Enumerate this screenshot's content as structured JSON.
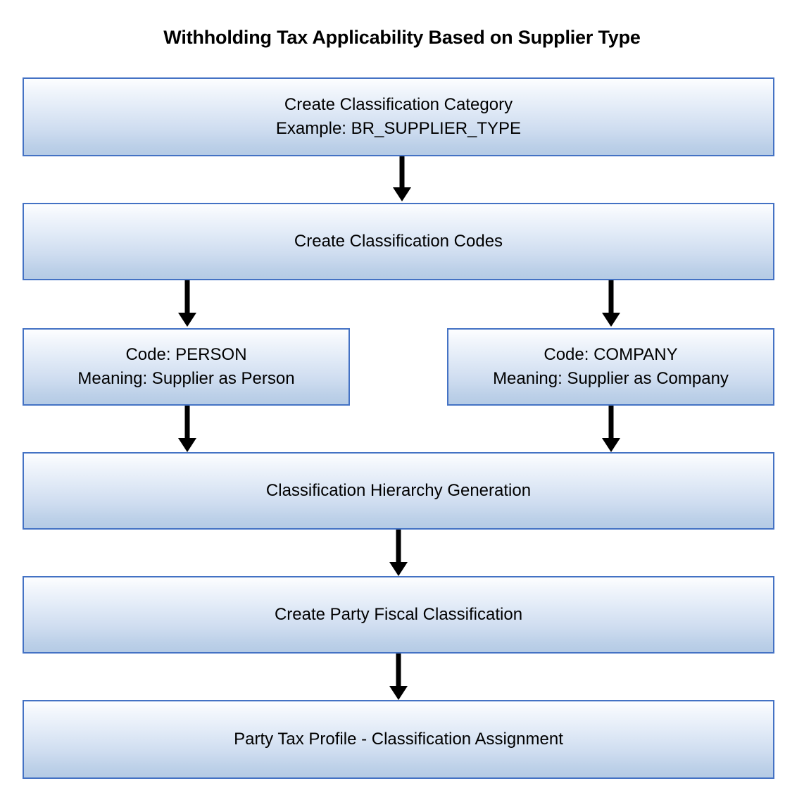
{
  "diagram": {
    "title": "Withholding Tax Applicability Based on Supplier Type",
    "type": "flowchart",
    "orientation": "top-to-bottom",
    "colors": {
      "node_border": "#4472c4",
      "node_fill_top": "#fdfeff",
      "node_fill_bottom": "#b5cbe5",
      "arrow": "#000000",
      "text": "#000000",
      "background": "#ffffff"
    },
    "nodes": [
      {
        "id": "category",
        "lines": [
          "Create Classification Category",
          "Example: BR_SUPPLIER_TYPE"
        ],
        "line1": "Create Classification Category",
        "line2": "Example: BR_SUPPLIER_TYPE"
      },
      {
        "id": "codes",
        "lines": [
          "Create Classification Codes"
        ],
        "line1": "Create Classification Codes",
        "line2": ""
      },
      {
        "id": "person",
        "lines": [
          "Code: PERSON",
          "Meaning: Supplier as Person"
        ],
        "line1": "Code: PERSON",
        "line2": "Meaning: Supplier as Person"
      },
      {
        "id": "company",
        "lines": [
          "Code: COMPANY",
          "Meaning: Supplier as Company"
        ],
        "line1": "Code: COMPANY",
        "line2": "Meaning: Supplier as Company"
      },
      {
        "id": "hierarchy",
        "lines": [
          "Classification Hierarchy Generation"
        ],
        "line1": "Classification Hierarchy Generation",
        "line2": ""
      },
      {
        "id": "party-fiscal",
        "lines": [
          "Create Party Fiscal Classification"
        ],
        "line1": "Create Party Fiscal Classification",
        "line2": ""
      },
      {
        "id": "party-profile",
        "lines": [
          "Party Tax Profile - Classification Assignment"
        ],
        "line1": "Party Tax Profile - Classification Assignment",
        "line2": ""
      }
    ],
    "edges": [
      {
        "id": "category-to-codes",
        "from": "category",
        "to": "codes",
        "label": ""
      },
      {
        "id": "codes-to-person",
        "from": "codes",
        "to": "person",
        "label": ""
      },
      {
        "id": "codes-to-company",
        "from": "codes",
        "to": "company",
        "label": ""
      },
      {
        "id": "person-to-hierarchy",
        "from": "person",
        "to": "hierarchy",
        "label": ""
      },
      {
        "id": "company-to-hierarchy",
        "from": "company",
        "to": "hierarchy",
        "label": ""
      },
      {
        "id": "hierarchy-to-fiscal",
        "from": "hierarchy",
        "to": "party-fiscal",
        "label": ""
      },
      {
        "id": "fiscal-to-profile",
        "from": "party-fiscal",
        "to": "party-profile",
        "label": ""
      }
    ]
  }
}
